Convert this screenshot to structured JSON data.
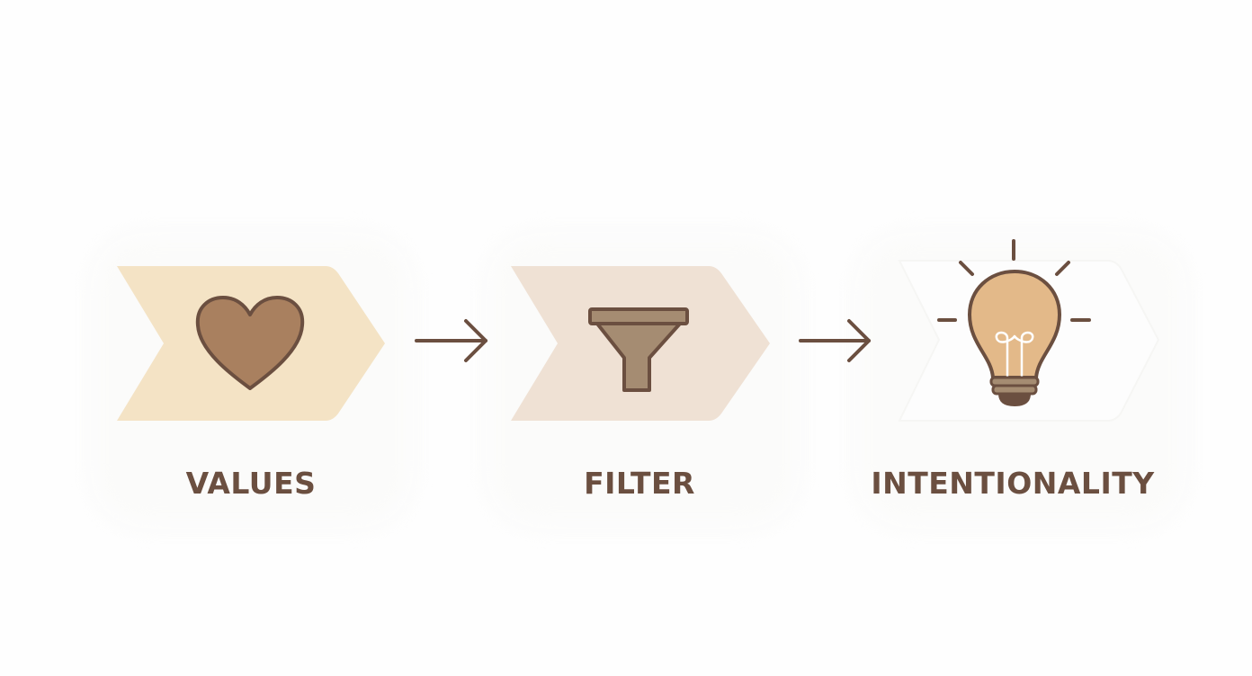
{
  "colors": {
    "values_chevron": "#f4e3c5",
    "filter_chevron": "#efe1d4",
    "intent_chevron": "#fdfdfd",
    "icon_outline": "#6b4f40",
    "heart_fill": "#a9805f",
    "funnel_fill": "#a58c72",
    "bulb_fill": "#e3b989",
    "arrow": "#6b4f40",
    "label": "#6b4f40"
  },
  "steps": [
    {
      "label": "VALUES",
      "icon": "heart-icon"
    },
    {
      "label": "FILTER",
      "icon": "funnel-icon"
    },
    {
      "label": "INTENTIONALITY",
      "icon": "lightbulb-icon"
    }
  ],
  "connectors": [
    "arrow-right-icon",
    "arrow-right-icon"
  ]
}
